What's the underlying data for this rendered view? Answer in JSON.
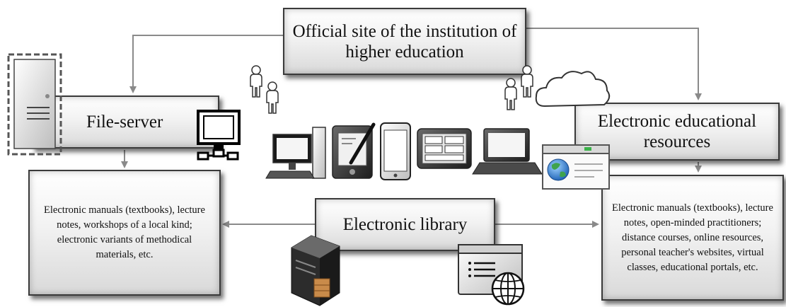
{
  "nodes": {
    "official": "Official site of the institution of higher education",
    "file_server": "File-server",
    "eer": "Electronic educational resources",
    "library": "Electronic library",
    "left_box": "Electronic manuals (textbooks), lecture notes, workshops of a local kind; electronic variants of methodical materials, etc.",
    "right_box": "Electronic manuals (textbooks), lecture notes, open-minded practitioners; distance courses, online resources, personal teacher's websites, virtual classes, educational portals, etc."
  },
  "icons": [
    "server-tower-icon",
    "network-computer-icon",
    "users-icon",
    "cloud-icon",
    "desktop-computer-icon",
    "pda-icon",
    "smartphone-icon",
    "tablet-icon",
    "laptop-icon",
    "browser-window-icon",
    "database-server-icon",
    "web-document-icon",
    "globe-icon"
  ]
}
